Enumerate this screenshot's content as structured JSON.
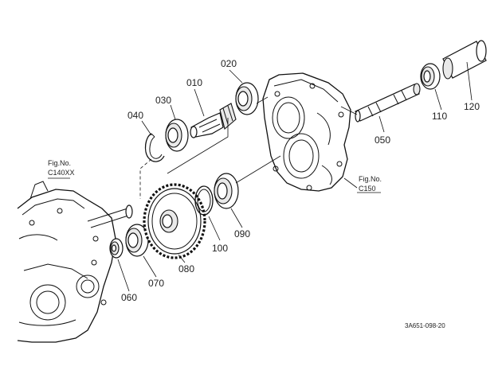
{
  "diagram_code": "3A651-098-20",
  "references": [
    {
      "id": "c140xx",
      "line1": "Fig.No.",
      "line2": "C140XX"
    },
    {
      "id": "c150",
      "line1": "Fig.No.",
      "line2": "C150"
    }
  ],
  "parts": [
    {
      "id": "p010",
      "label": "010"
    },
    {
      "id": "p020",
      "label": "020"
    },
    {
      "id": "p030",
      "label": "030"
    },
    {
      "id": "p040",
      "label": "040"
    },
    {
      "id": "p050",
      "label": "050"
    },
    {
      "id": "p060",
      "label": "060"
    },
    {
      "id": "p070",
      "label": "070"
    },
    {
      "id": "p080",
      "label": "080"
    },
    {
      "id": "p090",
      "label": "090"
    },
    {
      "id": "p100",
      "label": "100"
    },
    {
      "id": "p110",
      "label": "110"
    },
    {
      "id": "p120",
      "label": "120"
    }
  ]
}
